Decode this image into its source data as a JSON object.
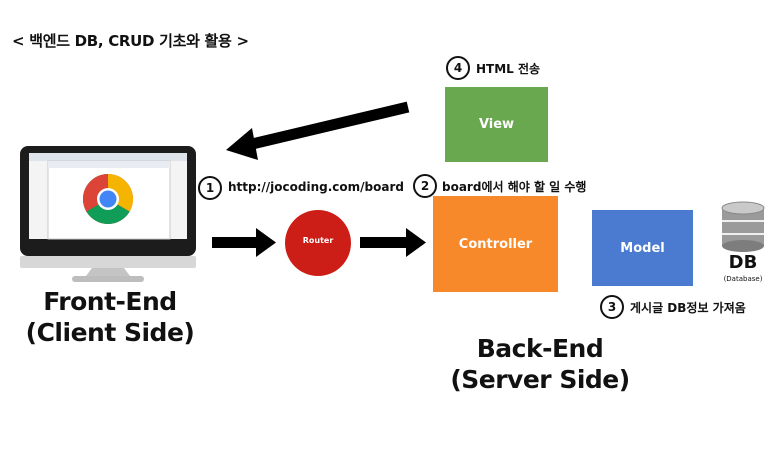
{
  "title": "< 백엔드 DB, CRUD 기초와 활용 >",
  "steps": {
    "s1": {
      "num": "1",
      "text": "http://jocoding.com/board"
    },
    "s2": {
      "num": "2",
      "text": "board에서 해야 할 일 수행"
    },
    "s3": {
      "num": "3",
      "text": "게시글 DB정보 가져옴"
    },
    "s4": {
      "num": "4",
      "text": "HTML 전송"
    }
  },
  "nodes": {
    "view": "View",
    "router": "Router",
    "controller": "Controller",
    "model": "Model",
    "db": "DB",
    "db_sub": "(Database)"
  },
  "frontend": {
    "line1": "Front-End",
    "line2": "(Client Side)"
  },
  "backend": {
    "line1": "Back-End",
    "line2": "(Server Side)"
  },
  "colors": {
    "view": "#6aa84f",
    "controller": "#f7892a",
    "model": "#4a7bd1",
    "router": "#cc1e16"
  }
}
